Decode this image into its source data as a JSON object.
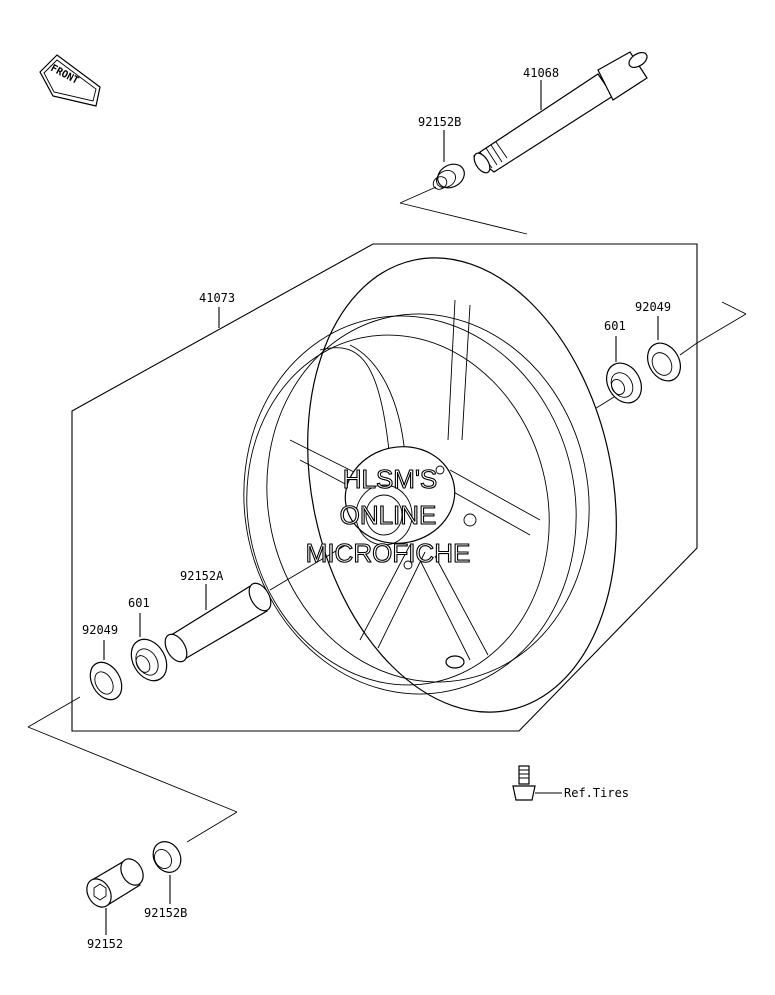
{
  "front_tag": "FRONT",
  "watermark": [
    "HLSM'S",
    "ONLINE",
    "MICROFICHE"
  ],
  "callouts": {
    "axle": "41068",
    "collar_right": "92152B",
    "wheel": "41073",
    "seal_right": "92049",
    "bearing_right": "601",
    "distance_collar": "92152A",
    "bearing_left": "601",
    "seal_left": "92049",
    "collar_left": "92152B",
    "collar_bottom": "92152",
    "valve_ref": "Ref.Tires"
  }
}
